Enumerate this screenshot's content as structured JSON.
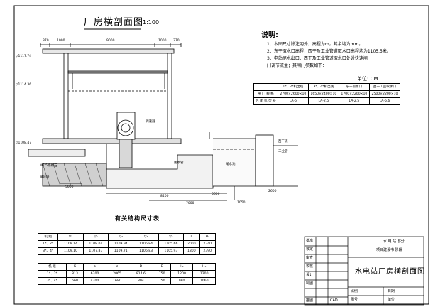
{
  "drawing": {
    "title": "厂房横剖面图",
    "scale": "1:100",
    "notes_heading": "说明:",
    "notes": [
      "1、本图尺寸除注明外，高程为m，其余均为mm。",
      "2、东干取水口高程，西干及工业管道取水口高程均为1105.5米。",
      "3、电站尾水出口、西干及工业管道取水口处设快速闸",
      "   门调节流量；其闸门参数如下："
    ],
    "unit_label": "单位: CM",
    "gate_table": {
      "headers": [
        "",
        "1*、2*机出线",
        "3*、4*机出线",
        "东干取水口",
        "西干工业取水口"
      ],
      "rows": [
        [
          "闸 门 规 格",
          "2700×2600×10",
          "1650×2400×10",
          "1700×2200×10",
          "2500×2200×10"
        ],
        [
          "启 闭 机 型 号",
          "LA-6",
          "LA-2.5",
          "LA-2.5",
          "LA-5.6"
        ]
      ]
    },
    "elevations": [
      "▽1117.74",
      "▽1114.36",
      "▽1108.47"
    ],
    "dims_top": [
      "370",
      "1000",
      "9000",
      "1000",
      "370"
    ],
    "labels": [
      "调速器",
      "尾水管",
      "尾水池",
      "西干流",
      "工业管",
      "M7.5浆砌石",
      "铺砂层"
    ],
    "dims_bottom": [
      "5000",
      "8400",
      "7000",
      "5600",
      "1050",
      "2600"
    ],
    "sub_title": "有关结构尺寸表",
    "dim_table_1": {
      "headers": [
        "机 组",
        "▽₁",
        "▽₂",
        "▽₃",
        "▽₄",
        "▽₅",
        "L",
        "H₁"
      ],
      "rows": [
        [
          "1*、2*",
          "1109.14",
          "1108.04",
          "1109.94",
          "1106.84",
          "1105.66",
          "2000",
          "2340"
        ],
        [
          "3*、4*",
          "1109.10",
          "1107.87",
          "1109.71",
          "1106.83",
          "1105.93",
          "1800",
          "2390"
        ]
      ]
    },
    "dim_table_2": {
      "headers": [
        "机 组",
        "K",
        "b",
        "c",
        "D",
        "E",
        "H₂",
        "H₃"
      ],
      "rows": [
        [
          "1*、2*",
          "813",
          "6700",
          "2065",
          "814.6",
          "750",
          "1200",
          "1200"
        ],
        [
          "3*、4*",
          "660",
          "4700",
          "1680",
          "804",
          "750",
          "980",
          "1060"
        ]
      ]
    },
    "title_block": {
      "left_labels": [
        "批准",
        "核定",
        "审查",
        "校核",
        "设计",
        "制图",
        "描图"
      ],
      "org_line1": "水 电 站 部分",
      "org_line2": "项目建设书 阶段",
      "drawing_name": "水电站厂房横剖面图",
      "scale_label": "比例",
      "date_label": "日期",
      "figno_label": "图号",
      "unit_label": "单位",
      "cad": "CAD"
    }
  }
}
